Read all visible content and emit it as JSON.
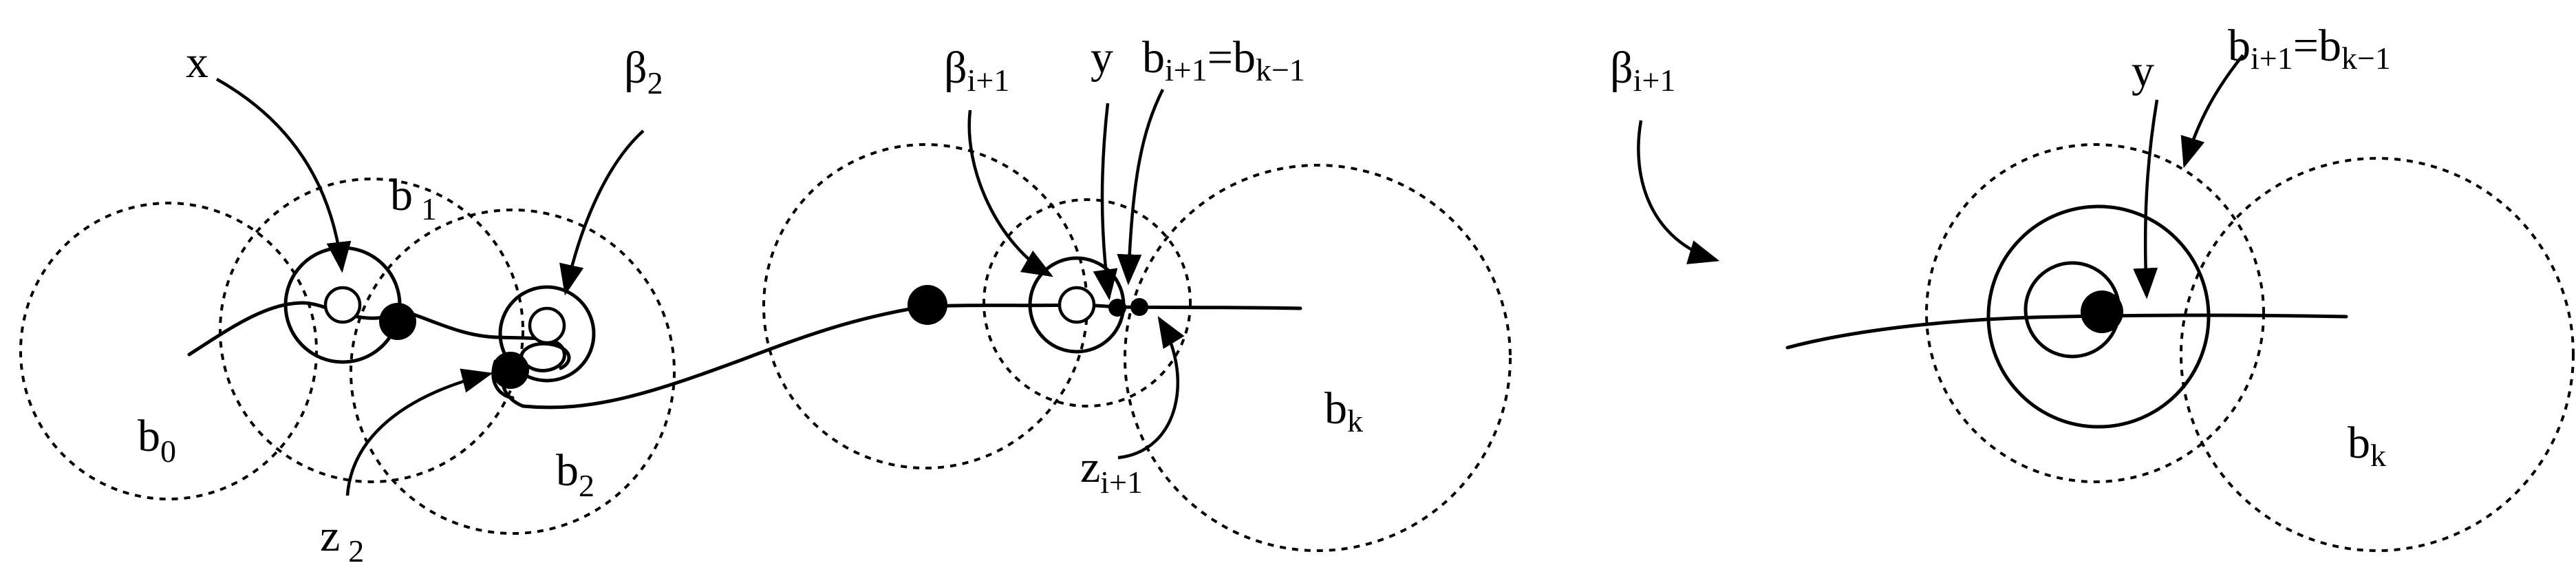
{
  "left_figure": {
    "labels": {
      "x": "x",
      "beta2_main": "β",
      "beta2_sub": "2",
      "b1_main": "b",
      "b1_sub": "1",
      "b0_main": "b",
      "b0_sub": "0",
      "b2_main": "b",
      "b2_sub": "2",
      "z2_main": "z",
      "z2_sub": "2",
      "betai1_main": "β",
      "betai1_sub": "i+1",
      "y": "y",
      "bi1_main": "b",
      "bi1_sub": "i+1",
      "eq": "=",
      "bk1_main": "b",
      "bk1_sub": "k−1",
      "bk_main": "b",
      "bk_sub": "k",
      "zi1_main": "z",
      "zi1_sub": "i+1"
    }
  },
  "right_figure": {
    "labels": {
      "betai1_main": "β",
      "betai1_sub": "i+1",
      "y": "y",
      "bi1_main": "b",
      "bi1_sub": "i+1",
      "eq": "=",
      "bk1_main": "b",
      "bk1_sub": "k−1",
      "bk_main": "b",
      "bk_sub": "k"
    }
  }
}
